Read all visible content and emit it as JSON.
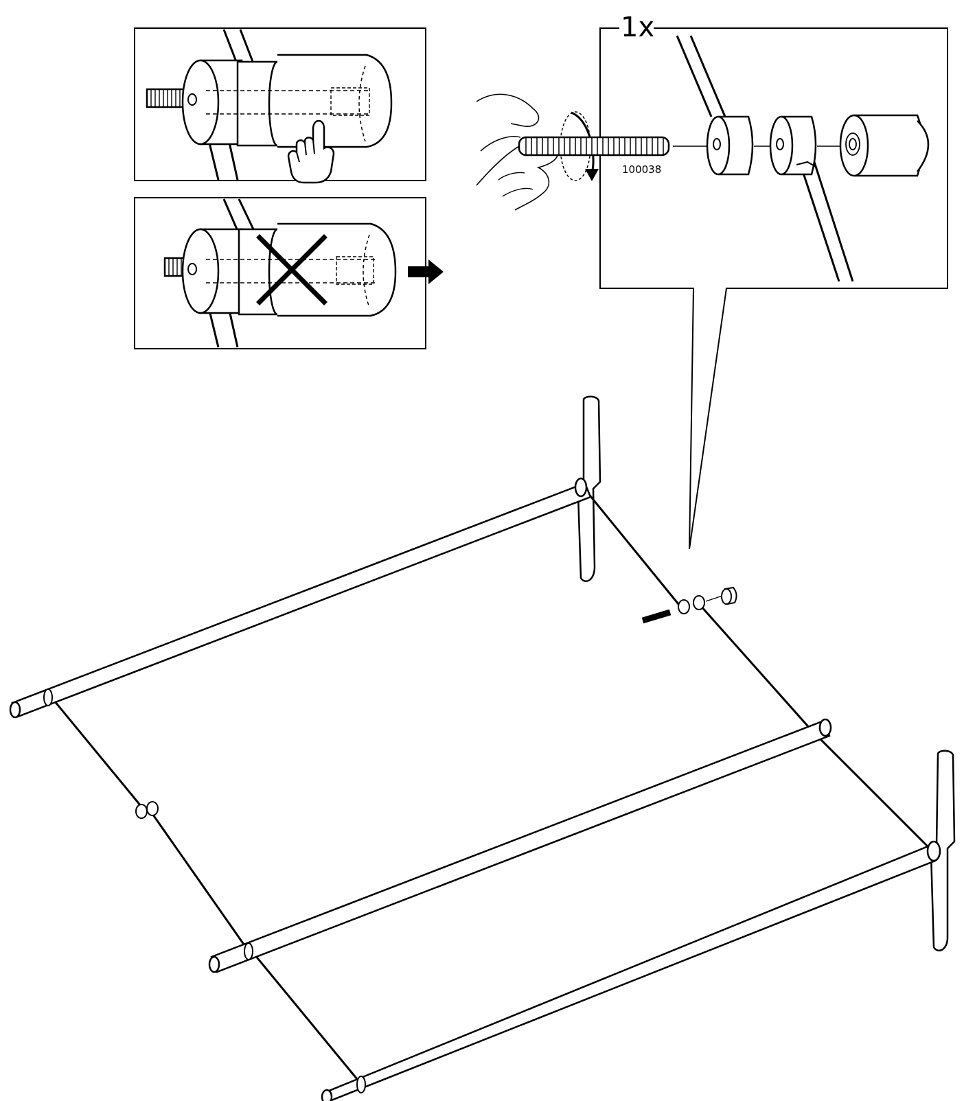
{
  "callout": {
    "quantity": "1x",
    "part_number": "100038"
  },
  "panels": {
    "correct": {
      "icon": "pointing-hand-icon",
      "meaning": "correct"
    },
    "incorrect": {
      "icon": "cross-icon",
      "meaning": "incorrect"
    }
  },
  "icons": [
    "pointing-hand-icon",
    "cross-icon",
    "arrow-right-icon",
    "rotate-arrow-icon",
    "hand-icon"
  ],
  "colors": {
    "line": "#000000",
    "background": "#ffffff"
  }
}
